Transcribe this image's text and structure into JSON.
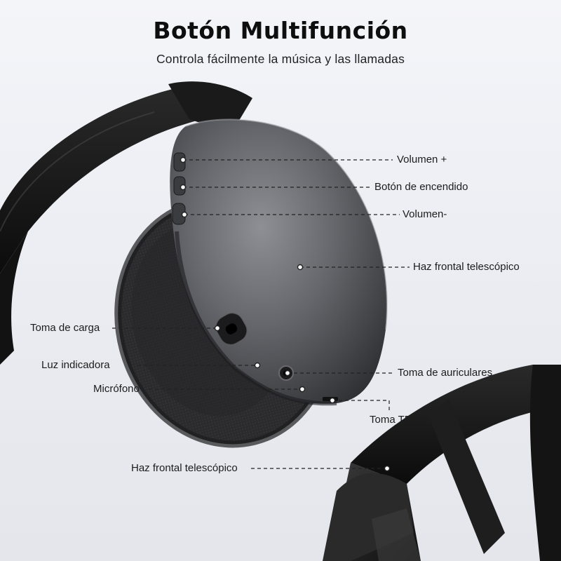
{
  "header": {
    "title": "Botón Multifunción",
    "subtitle": "Controla fácilmente la música y las llamadas"
  },
  "callouts": {
    "volume_up": "Volumen +",
    "power_button": "Botón de encendido",
    "volume_down": "Volumen-",
    "telescopic_top": "Haz frontal telescópico",
    "charging_port": "Toma de carga",
    "indicator_light": "Luz indicadora",
    "headphone_jack": "Toma de auriculares",
    "microphone": "Micrófono",
    "tf_slot": "Toma TF",
    "telescopic_bottom": "Haz frontal telescópico"
  },
  "colors": {
    "background": "#eceef3",
    "shell": "#5f6064",
    "headband": "#151515",
    "callout_line": "#222222"
  }
}
